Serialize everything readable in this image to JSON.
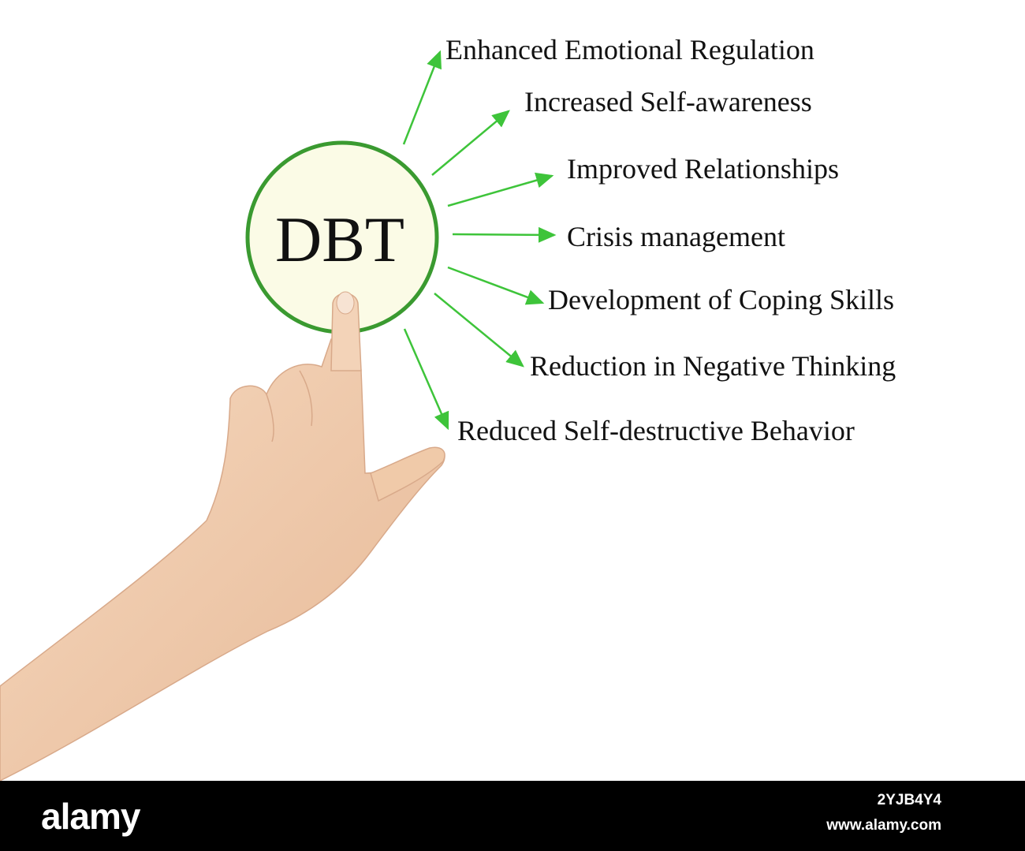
{
  "diagram": {
    "center": {
      "label": "DBT"
    },
    "benefits": [
      {
        "label": "Enhanced Emotional Regulation"
      },
      {
        "label": "Increased Self-awareness"
      },
      {
        "label": "Improved Relationships"
      },
      {
        "label": "Crisis management"
      },
      {
        "label": "Development of Coping Skills"
      },
      {
        "label": "Reduction in Negative Thinking"
      },
      {
        "label": "Reduced Self-destructive Behavior"
      }
    ]
  },
  "footer": {
    "logo": "alamy",
    "image_id": "2YJB4Y4",
    "site": "www.alamy.com"
  },
  "colors": {
    "arrow": "#3ec43a",
    "circle_stroke": "#3a9a30",
    "circle_fill": "#fbfbe6",
    "skin": "#f1cdb0",
    "footer_bg": "#000000"
  }
}
